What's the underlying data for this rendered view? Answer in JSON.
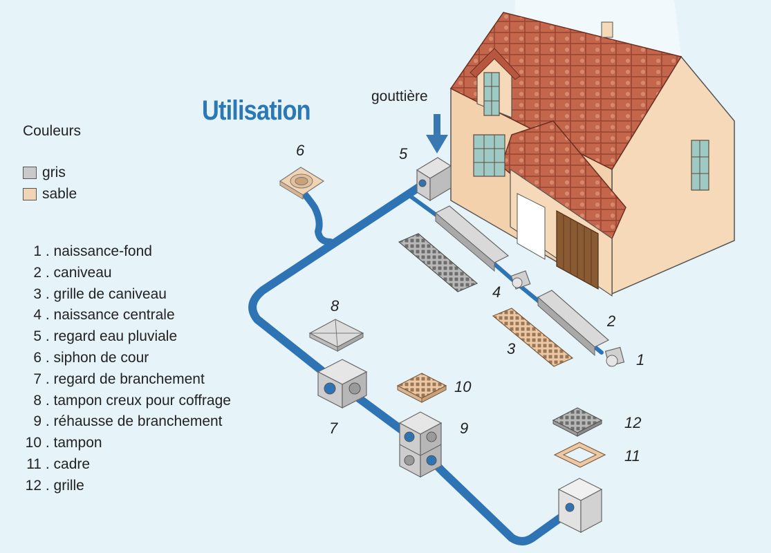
{
  "title": "Utilisation",
  "legend": {
    "heading": "Couleurs",
    "swatches": [
      {
        "label": "gris",
        "color": "#c9c9c9"
      },
      {
        "label": "sable",
        "color": "#f1d4b4"
      }
    ]
  },
  "parts": [
    {
      "num": "1",
      "label": "naissance-fond"
    },
    {
      "num": "2",
      "label": "caniveau"
    },
    {
      "num": "3",
      "label": "grille de caniveau"
    },
    {
      "num": "4",
      "label": "naissance centrale"
    },
    {
      "num": "5",
      "label": "regard eau pluviale"
    },
    {
      "num": "6",
      "label": "siphon de cour"
    },
    {
      "num": "7",
      "label": "regard de branchement"
    },
    {
      "num": "8",
      "label": "tampon creux pour coffrage"
    },
    {
      "num": "9",
      "label": "réhausse de branchement"
    },
    {
      "num": "10",
      "label": "tampon"
    },
    {
      "num": "11",
      "label": "cadre"
    },
    {
      "num": "12",
      "label": "grille"
    }
  ],
  "gutter_label": "gouttière",
  "callouts": {
    "c1": "1",
    "c2": "2",
    "c3": "3",
    "c4": "4",
    "c5": "5",
    "c6": "6",
    "c7": "7",
    "c8": "8",
    "c9": "9",
    "c10": "10",
    "c11": "11",
    "c12": "12"
  },
  "colors": {
    "background": "#e6f3f8",
    "title": "#2b78b5",
    "pipe": "#2e74b5",
    "wall": "#f6d9b8",
    "roof": "#b8573f",
    "gray_part": "#c9c9c9",
    "sand_part": "#f1d4b4"
  }
}
